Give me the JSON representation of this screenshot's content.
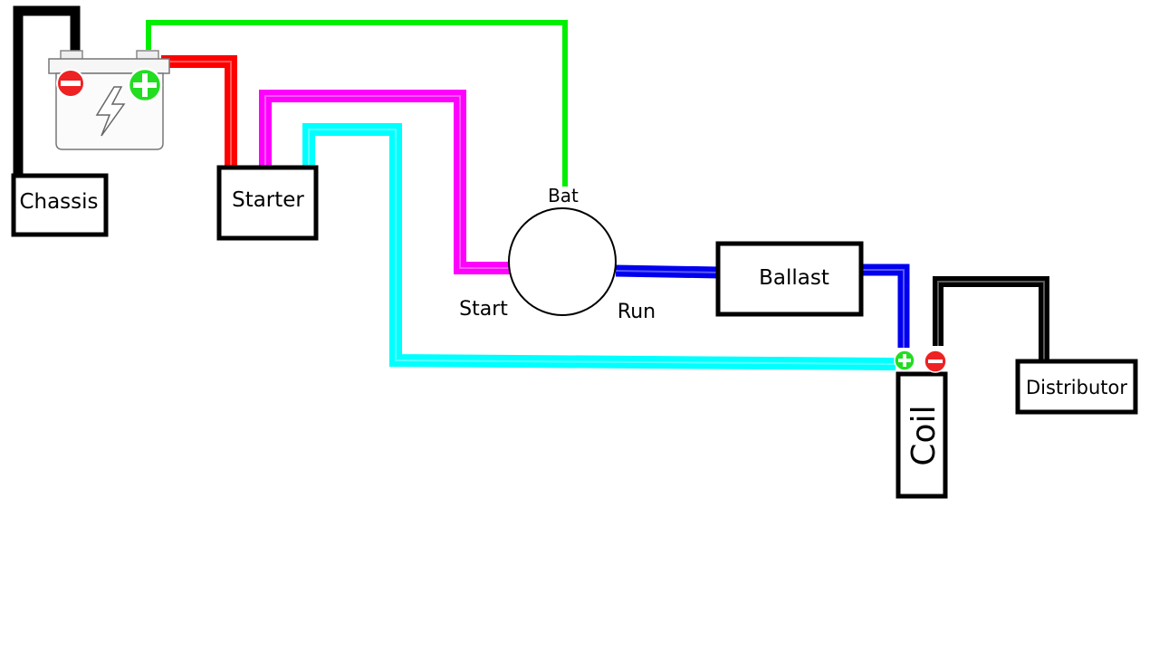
{
  "components": {
    "chassis": "Chassis",
    "starter": "Starter",
    "ballast": "Ballast",
    "coil": "Coil",
    "distributor": "Distributor"
  },
  "ignition_switch": {
    "bat": "Bat",
    "start": "Start",
    "run": "Run"
  },
  "battery": {
    "icon": "car-battery-icon",
    "negative": "−",
    "positive": "+"
  },
  "coil_terminals": {
    "positive": "+",
    "negative": "−"
  },
  "colors": {
    "black_wire": "#000000",
    "red_wire": "#ff0000",
    "green_wire": "#00ee00",
    "magenta_wire": "#ff00ff",
    "cyan_wire": "#00ffff",
    "blue_wire": "#0000ee",
    "positive_terminal": "#22dd22",
    "negative_terminal": "#ee2222"
  }
}
